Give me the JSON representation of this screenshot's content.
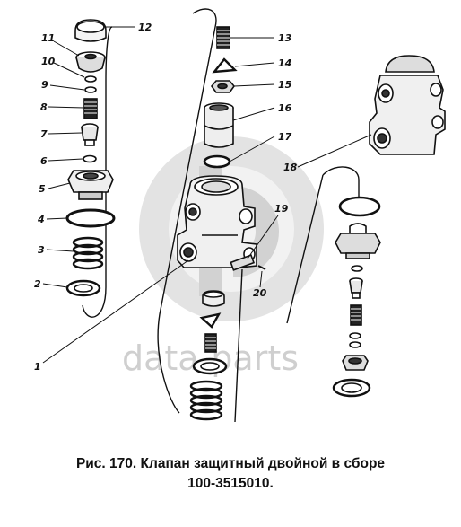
{
  "watermark": {
    "text": "data-parts"
  },
  "callouts": [
    "1",
    "2",
    "3",
    "4",
    "5",
    "6",
    "7",
    "8",
    "9",
    "10",
    "11",
    "12",
    "13",
    "14",
    "15",
    "16",
    "17",
    "18",
    "19",
    "20"
  ],
  "caption": {
    "line1": "Рис. 170. Клапан защитный двойной в сборе",
    "line2": "100-3515010."
  }
}
